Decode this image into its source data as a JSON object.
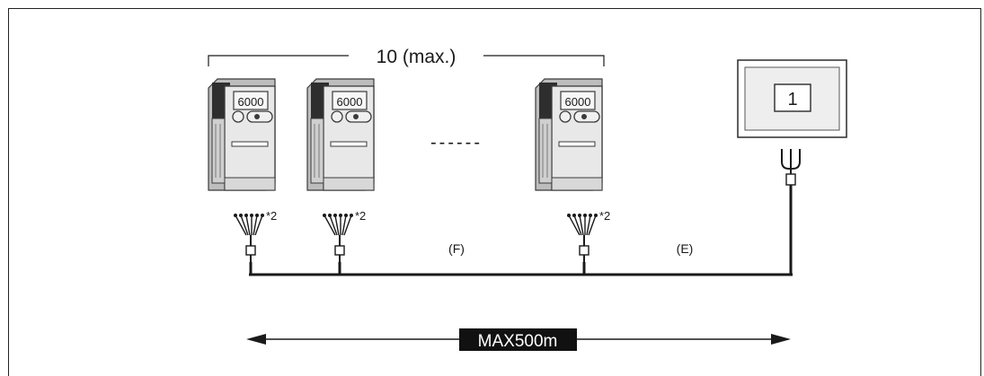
{
  "diagram": {
    "group_label": "10 (max.)",
    "dashes": "------",
    "note_label": "*2",
    "cable_f_label": "(F)",
    "cable_e_label": "(E)",
    "distance_label": "MAX500m",
    "display_value": "6000",
    "panel_number": "1",
    "colors": {
      "line": "#1a1a1a",
      "device_fill": "#e4e4e4",
      "device_dark": "#3a3a3a",
      "badge_fill": "#111111",
      "badge_text": "#ffffff"
    }
  }
}
